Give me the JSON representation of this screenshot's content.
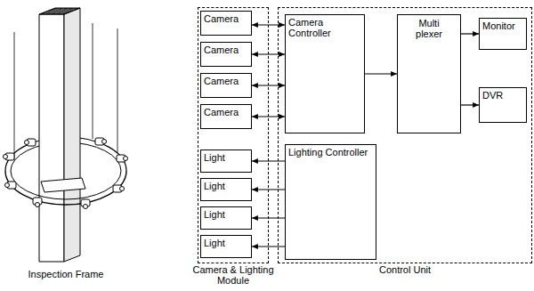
{
  "diagram": {
    "nodes": [
      {
        "text": [
          "Camera & Lighting Module"
        ]
      },
      {
        "text": [
          "Camera"
        ],
        "in": 0
      },
      {
        "text": [
          "Camera"
        ],
        "in": 0
      },
      {
        "text": [
          "Camera"
        ],
        "in": 0
      },
      {
        "text": [
          "Camera"
        ],
        "in": 0
      },
      {
        "text": [
          "Light"
        ],
        "in": 0
      },
      {
        "text": [
          "Light"
        ],
        "in": 0
      },
      {
        "text": [
          "Light"
        ],
        "in": 0
      },
      {
        "text": [
          "Light"
        ],
        "in": 0
      },
      {
        "text": [
          "Control Unit"
        ]
      },
      {
        "text": [
          "Camera Controller"
        ],
        "in": 9
      },
      {
        "text": [
          "Lighting Controller"
        ],
        "in": 9
      },
      {
        "text": [
          "Multi plexer"
        ],
        "in": 9
      },
      {
        "text": [
          "Monitor"
        ],
        "in": 9
      },
      {
        "text": [
          "DVR"
        ],
        "in": 9
      }
    ],
    "edges": [
      {
        "from": 1,
        "to": 10,
        "arrow": "both"
      },
      {
        "from": 2,
        "to": 10,
        "arrow": "both"
      },
      {
        "from": 3,
        "to": 10,
        "arrow": "both"
      },
      {
        "from": 4,
        "to": 10,
        "arrow": "both"
      },
      {
        "from": 11,
        "to": 5,
        "arrow": "to"
      },
      {
        "from": 11,
        "to": 6,
        "arrow": "to"
      },
      {
        "from": 11,
        "to": 7,
        "arrow": "to"
      },
      {
        "from": 11,
        "to": 8,
        "arrow": "to"
      },
      {
        "from": 10,
        "to": 12,
        "arrow": "to"
      },
      {
        "from": 12,
        "to": 13,
        "arrow": "to"
      },
      {
        "from": 12,
        "to": 14,
        "arrow": "to"
      }
    ],
    "labels": [
      "Inspection Frame"
    ]
  }
}
